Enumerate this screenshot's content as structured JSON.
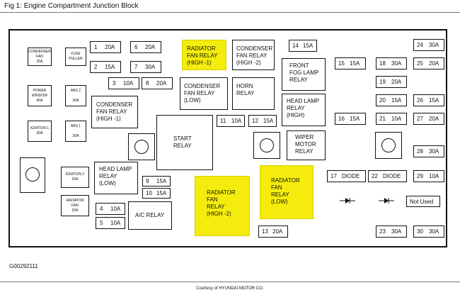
{
  "figure": {
    "title": "Fig 1: Engine Compartment Junction Block",
    "code": "G00292111",
    "credit": "Courtesy of HYUNDAI MOTOR CO."
  },
  "colors": {
    "highlight": "#f4ec0c",
    "line": "#111111"
  },
  "left_small": {
    "condenser_fan": "CONDENSER\nFAN\n20A",
    "fuse_puller": "FUSE\nPULLER",
    "power_window": "POWER\nWINDOW\n40A",
    "abs2": "ABS 2\n\n30A",
    "ignition1": "IGNITION 1\n30A",
    "abs1": "ABS 1\n\n30A",
    "ignition2": "IGNITION 2\n30A",
    "radiator_fan": "RADIATOR\nFAN\n30A"
  },
  "fuses": {
    "f1": {
      "n": "1",
      "a": "20A"
    },
    "f2": {
      "n": "2",
      "a": "15A"
    },
    "f3": {
      "n": "3",
      "a": "10A"
    },
    "f4": {
      "n": "4",
      "a": "10A"
    },
    "f5": {
      "n": "5",
      "a": "10A"
    },
    "f6": {
      "n": "6",
      "a": "20A"
    },
    "f7": {
      "n": "7",
      "a": "30A"
    },
    "f8": {
      "n": "8",
      "a": "20A"
    },
    "f9": {
      "n": "9",
      "a": "15A"
    },
    "f10": {
      "n": "10",
      "a": "15A"
    },
    "f11": {
      "n": "11",
      "a": "10A"
    },
    "f12": {
      "n": "12",
      "a": "15A"
    },
    "f13": {
      "n": "13",
      "a": "20A"
    },
    "f14": {
      "n": "14",
      "a": "15A"
    },
    "f15": {
      "n": "15",
      "a": "15A"
    },
    "f16": {
      "n": "16",
      "a": "15A"
    },
    "f17": {
      "n": "17",
      "a": "DIODE"
    },
    "f18": {
      "n": "18",
      "a": "30A"
    },
    "f19": {
      "n": "19",
      "a": "20A"
    },
    "f20": {
      "n": "20",
      "a": "15A"
    },
    "f21": {
      "n": "21",
      "a": "10A"
    },
    "f22": {
      "n": "22",
      "a": "DIODE"
    },
    "f23": {
      "n": "23",
      "a": "30A"
    },
    "f24": {
      "n": "24",
      "a": "30A"
    },
    "f25": {
      "n": "25",
      "a": "20A"
    },
    "f26": {
      "n": "26",
      "a": "15A"
    },
    "f27": {
      "n": "27",
      "a": "20A"
    },
    "f28": {
      "n": "28",
      "a": "30A"
    },
    "f29": {
      "n": "29",
      "a": "10A"
    },
    "f30": {
      "n": "30",
      "a": "30A"
    }
  },
  "relays": {
    "radiator_fan_high1": "RADIATOR\nFAN RELAY\n(HIGH -1)",
    "condenser_fan_high2": "CONDENSER\nFAN RELAY\n(HIGH -2)",
    "condenser_fan_low": "CONDENSER\nFAN RELAY\n(LOW)",
    "horn": "HORN\nRELAY",
    "condenser_fan_high1": "CONDENSER\nFAN RELAY\n(HIGH -1)",
    "front_fog": "FRONT\nFOG LAMP\nRELAY",
    "head_lamp_high": "HEAD LAMP\nRELAY\n(HIGH)",
    "start": "START\nRELAY",
    "wiper_motor": "WIPER\nMOTOR\nRELAY",
    "head_lamp_low": "HEAD LAMP\nRELAY\n(LOW)",
    "radiator_fan_high2": "RADIATOR\nFAN\nRELAY\n(HIGH -2)",
    "radiator_fan_low": "RADIATOR\nFAN\nRELAY\n(LOW)",
    "ac": "A/C RELAY",
    "not_used": "Not Used"
  }
}
